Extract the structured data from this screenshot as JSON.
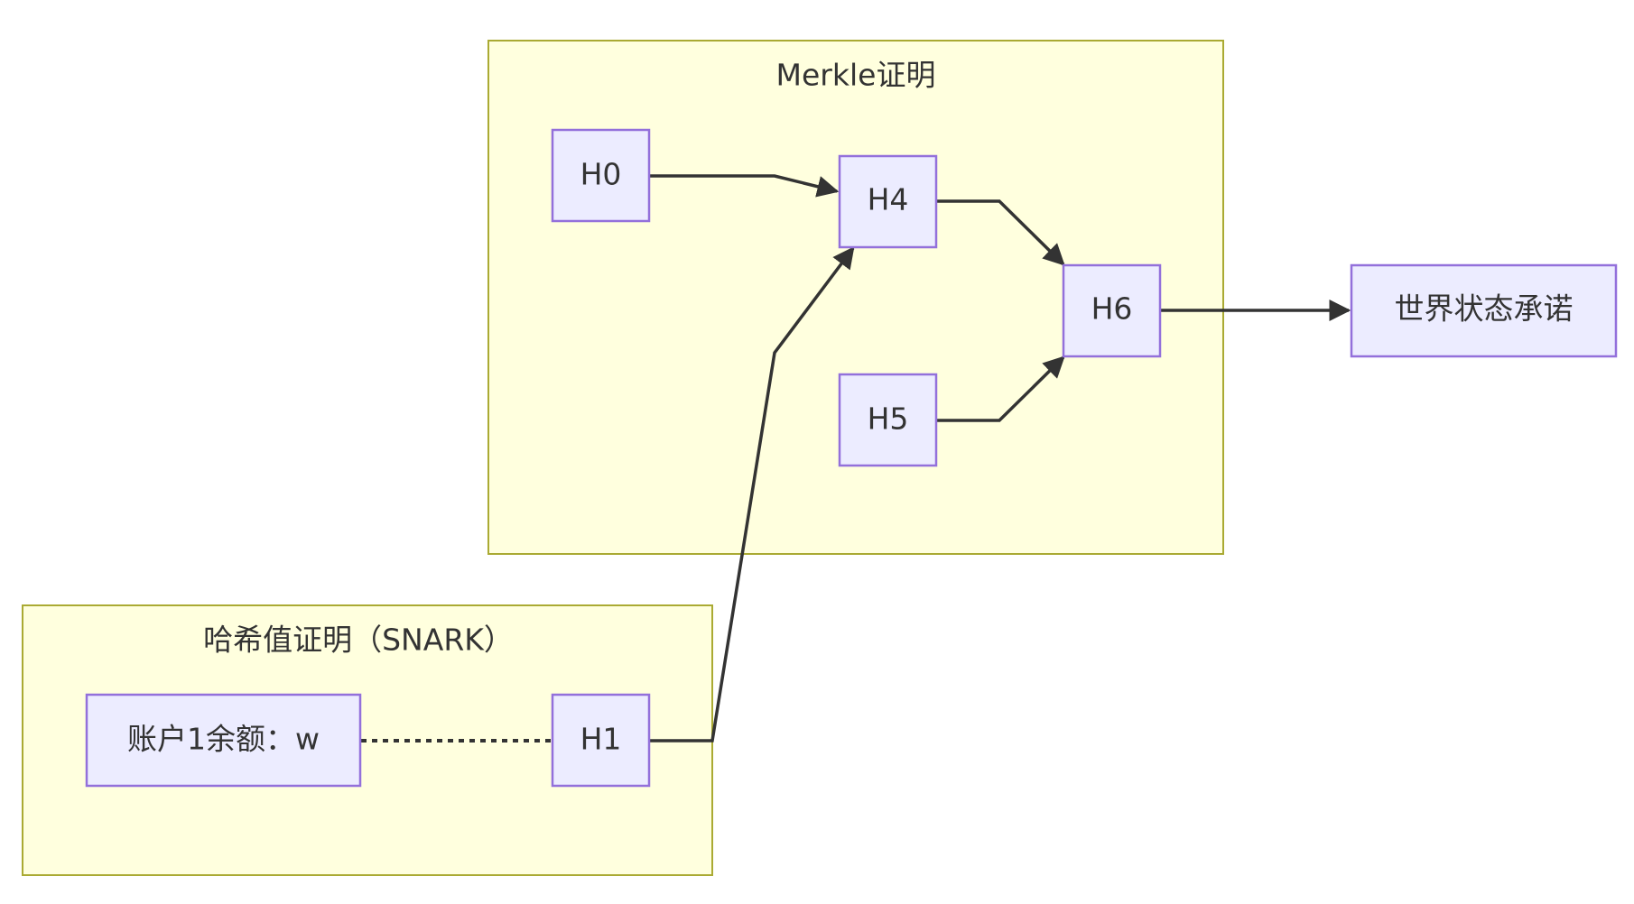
{
  "clusters": {
    "merkle": {
      "label": "Merkle证明"
    },
    "snark": {
      "label": "哈希值证明（SNARK）"
    }
  },
  "nodes": {
    "h0": {
      "label": "H0"
    },
    "h4": {
      "label": "H4"
    },
    "h5": {
      "label": "H5"
    },
    "h6": {
      "label": "H6"
    },
    "h1": {
      "label": "H1"
    },
    "account": {
      "label": "账户1余额：w"
    },
    "world_state": {
      "label": "世界状态承诺"
    }
  },
  "edges": [
    {
      "from": "H0",
      "to": "H4",
      "style": "arrow"
    },
    {
      "from": "H1",
      "to": "H4",
      "style": "arrow"
    },
    {
      "from": "H4",
      "to": "H6",
      "style": "arrow"
    },
    {
      "from": "H5",
      "to": "H6",
      "style": "arrow"
    },
    {
      "from": "H6",
      "to": "世界状态承诺",
      "style": "arrow"
    },
    {
      "from": "账户1余额：w",
      "to": "H1",
      "style": "dotted"
    }
  ],
  "colors": {
    "cluster_fill": "#ffffde",
    "cluster_border": "#aaaa33",
    "node_fill": "#ececff",
    "node_border": "#9370db",
    "edge": "#333333",
    "text": "#333333"
  }
}
